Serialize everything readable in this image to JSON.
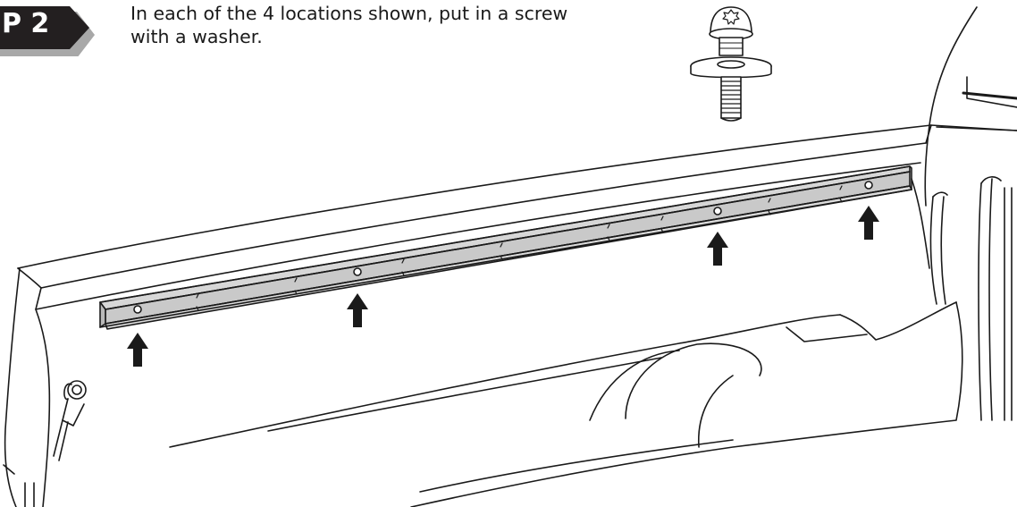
{
  "step": {
    "label": "P 2"
  },
  "instruction": {
    "line1": "In each of the 4 locations shown, put in a screw",
    "line2": "with a washer."
  },
  "illustration": {
    "subject": "truck-bed-side-rail",
    "hardware": "screw-with-washer",
    "arrow_count": 4
  },
  "colors": {
    "badge_dark": "#231f20",
    "badge_shadow": "#a8a8a8",
    "rail_fill": "#c9c9c9",
    "line": "#1a1a1a",
    "arrow": "#1a1a1a"
  }
}
